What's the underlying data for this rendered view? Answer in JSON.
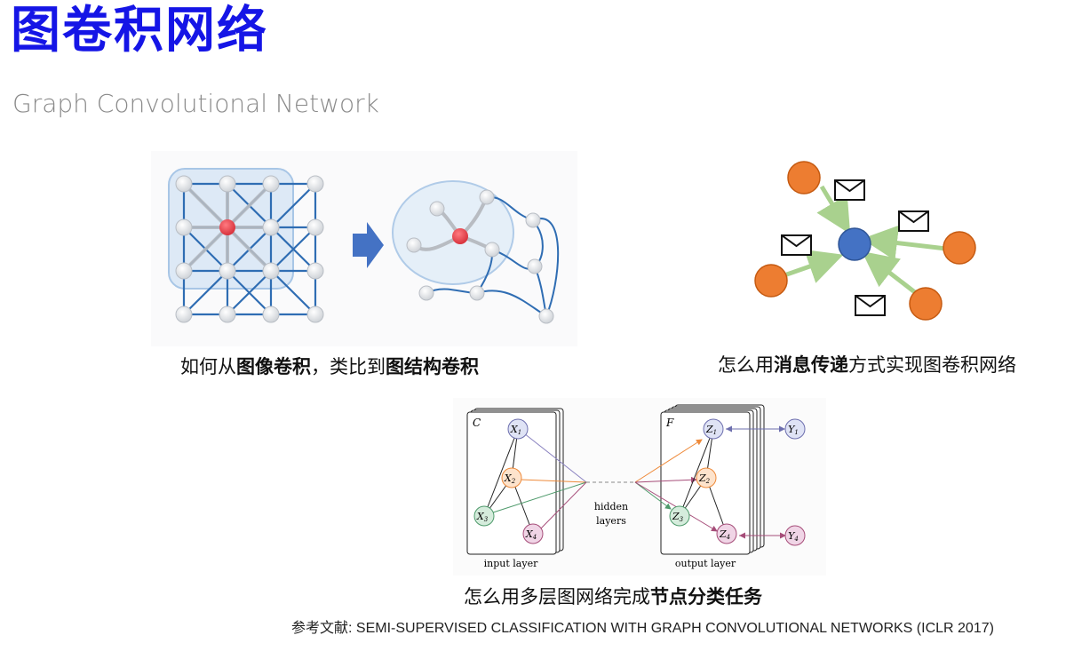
{
  "header": {
    "title": "图卷积网络",
    "subtitle": "Graph Convolutional Network"
  },
  "captions": {
    "left": {
      "pre": "如何从",
      "bold1": "图像卷积",
      "mid": "，类比到",
      "bold2": "图结构卷积"
    },
    "right": {
      "pre": "怎么用",
      "bold": "消息传递",
      "post": "方式实现图卷积网络"
    },
    "bottom": {
      "pre": "怎么用多层图网络完成",
      "bold": "节点分类任务"
    }
  },
  "reference": "参考文献: SEMI-SUPERVISED CLASSIFICATION WITH GRAPH CONVOLUTIONAL NETWORKS (ICLR 2017)",
  "gcn_figure": {
    "input_channel_label": "C",
    "output_channel_label": "F",
    "input_nodes": [
      "X",
      "X",
      "X",
      "X"
    ],
    "input_subs": [
      "1",
      "2",
      "3",
      "4"
    ],
    "output_nodes": [
      "Z",
      "Z",
      "Z",
      "Z"
    ],
    "output_subs": [
      "1",
      "2",
      "3",
      "4"
    ],
    "label_nodes": [
      "Y",
      "Y"
    ],
    "label_subs": [
      "1",
      "4"
    ],
    "hidden_text": [
      "hidden",
      "layers"
    ],
    "input_layer_label": "input layer",
    "output_layer_label": "output layer"
  },
  "colors": {
    "title": "#1515e6",
    "grid_line": "#2f6db3",
    "center_node": "#e6414b",
    "arrow": "#4472c4",
    "message_node": "#ed7d31",
    "receiver_node": "#4472c4",
    "message_arrow": "#a9d18e"
  },
  "icons": {
    "message": "envelope-icon",
    "transition_arrow": "right-arrow-icon"
  }
}
